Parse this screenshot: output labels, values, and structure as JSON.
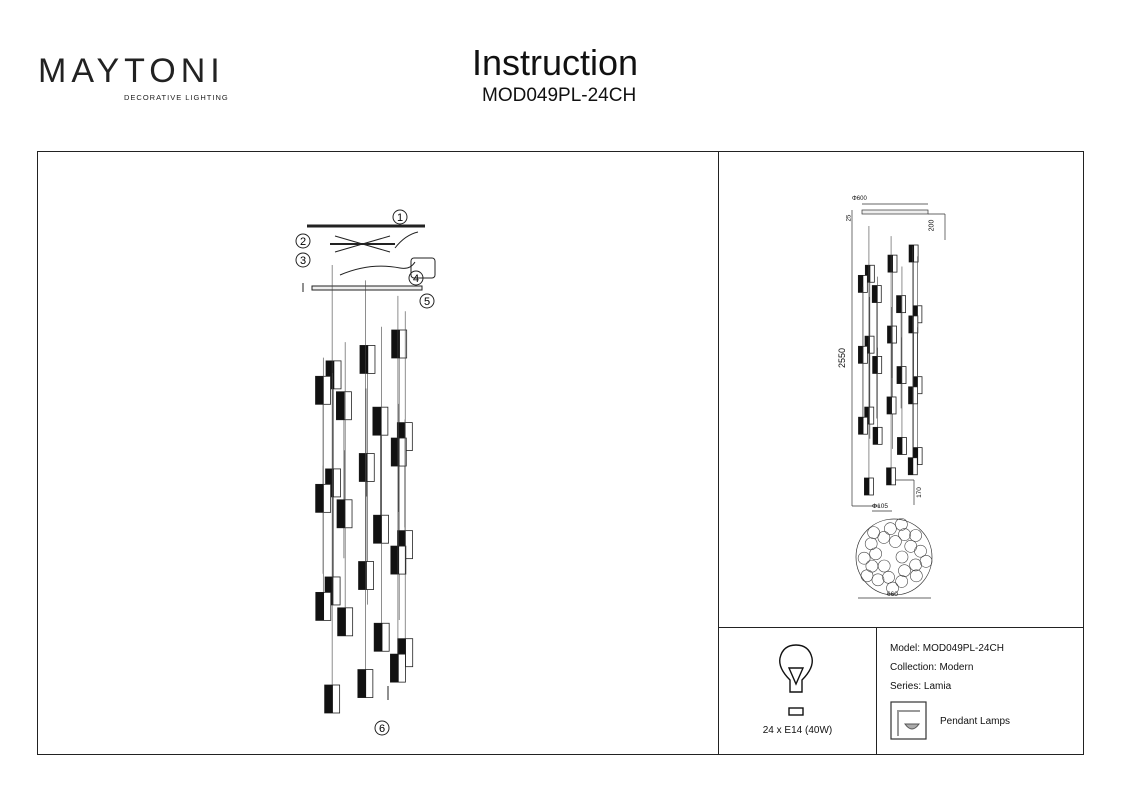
{
  "brand": {
    "name": "MAYTONI",
    "tagline": "DECORATIVE LIGHTING"
  },
  "header": {
    "title": "Instruction",
    "model_code": "MOD049PL-24CH"
  },
  "assembly": {
    "callouts": [
      "1",
      "2",
      "3",
      "4",
      "5",
      "6"
    ]
  },
  "dimensions": {
    "diameter": "Φ600",
    "canopy_height": "25",
    "top_drop": "200",
    "total_height": "2550",
    "shade_diameter": "Φ105",
    "shade_height": "170",
    "top_view_width": "660"
  },
  "bulb": {
    "label": "24 x E14 (40W)",
    "icon": "light-bulb-icon"
  },
  "info": {
    "model": "Model: MOD049PL-24CH",
    "collection": "Collection: Modern",
    "series": "Series: Lamia",
    "type": "Pendant Lamps",
    "type_icon": "pendant-lamp-icon"
  }
}
